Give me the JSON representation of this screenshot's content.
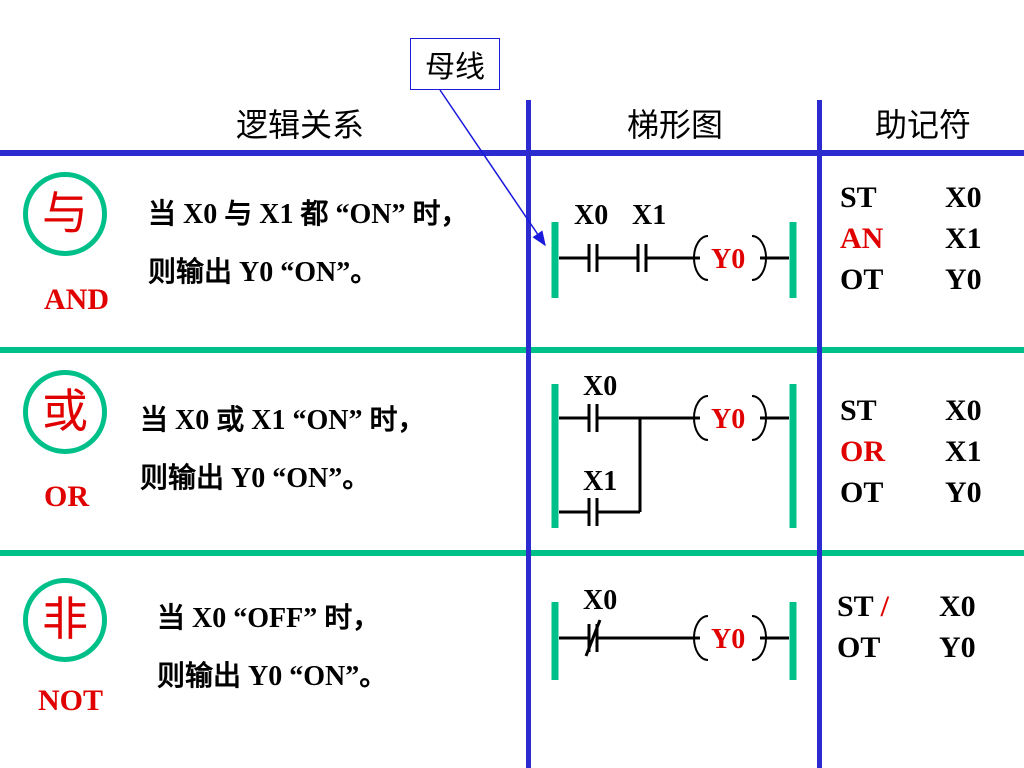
{
  "colors": {
    "rule": "#00c08a",
    "axis": "#2b2bd0",
    "accent": "#e00000",
    "line": "#000000"
  },
  "callout": {
    "label": "母线"
  },
  "headers": {
    "logic": "逻辑关系",
    "ladder": "梯形图",
    "mnemonic": "助记符"
  },
  "rows": [
    {
      "glyph": "与",
      "name": "AND",
      "desc_line1": "当 X0 与 X1 都 “ON” 时，",
      "desc_line2": "则输出 Y0 “ON”。",
      "contact_a": "X0",
      "contact_b": "X1",
      "coil": "Y0",
      "mnemonics": [
        {
          "op": "ST",
          "arg": "X0"
        },
        {
          "op": "AN",
          "arg": "X1",
          "highlight": true
        },
        {
          "op": "OT",
          "arg": "Y0"
        }
      ]
    },
    {
      "glyph": "或",
      "name": "OR",
      "desc_line1": "当 X0 或 X1  “ON” 时，",
      "desc_line2": "则输出 Y0 “ON”。",
      "contact_a": "X0",
      "contact_b": "X1",
      "coil": "Y0",
      "mnemonics": [
        {
          "op": "ST",
          "arg": "X0"
        },
        {
          "op": "OR",
          "arg": "X1",
          "highlight": true
        },
        {
          "op": "OT",
          "arg": "Y0"
        }
      ]
    },
    {
      "glyph": "非",
      "name": "NOT",
      "desc_line1": "当 X0    “OFF” 时，",
      "desc_line2": "则输出 Y0 “ON”。",
      "contact_a": "X0",
      "coil": "Y0",
      "mnemonics": [
        {
          "op": "ST",
          "op_suffix": " /",
          "arg": "X0"
        },
        {
          "op": "OT",
          "arg": "Y0"
        }
      ]
    }
  ]
}
